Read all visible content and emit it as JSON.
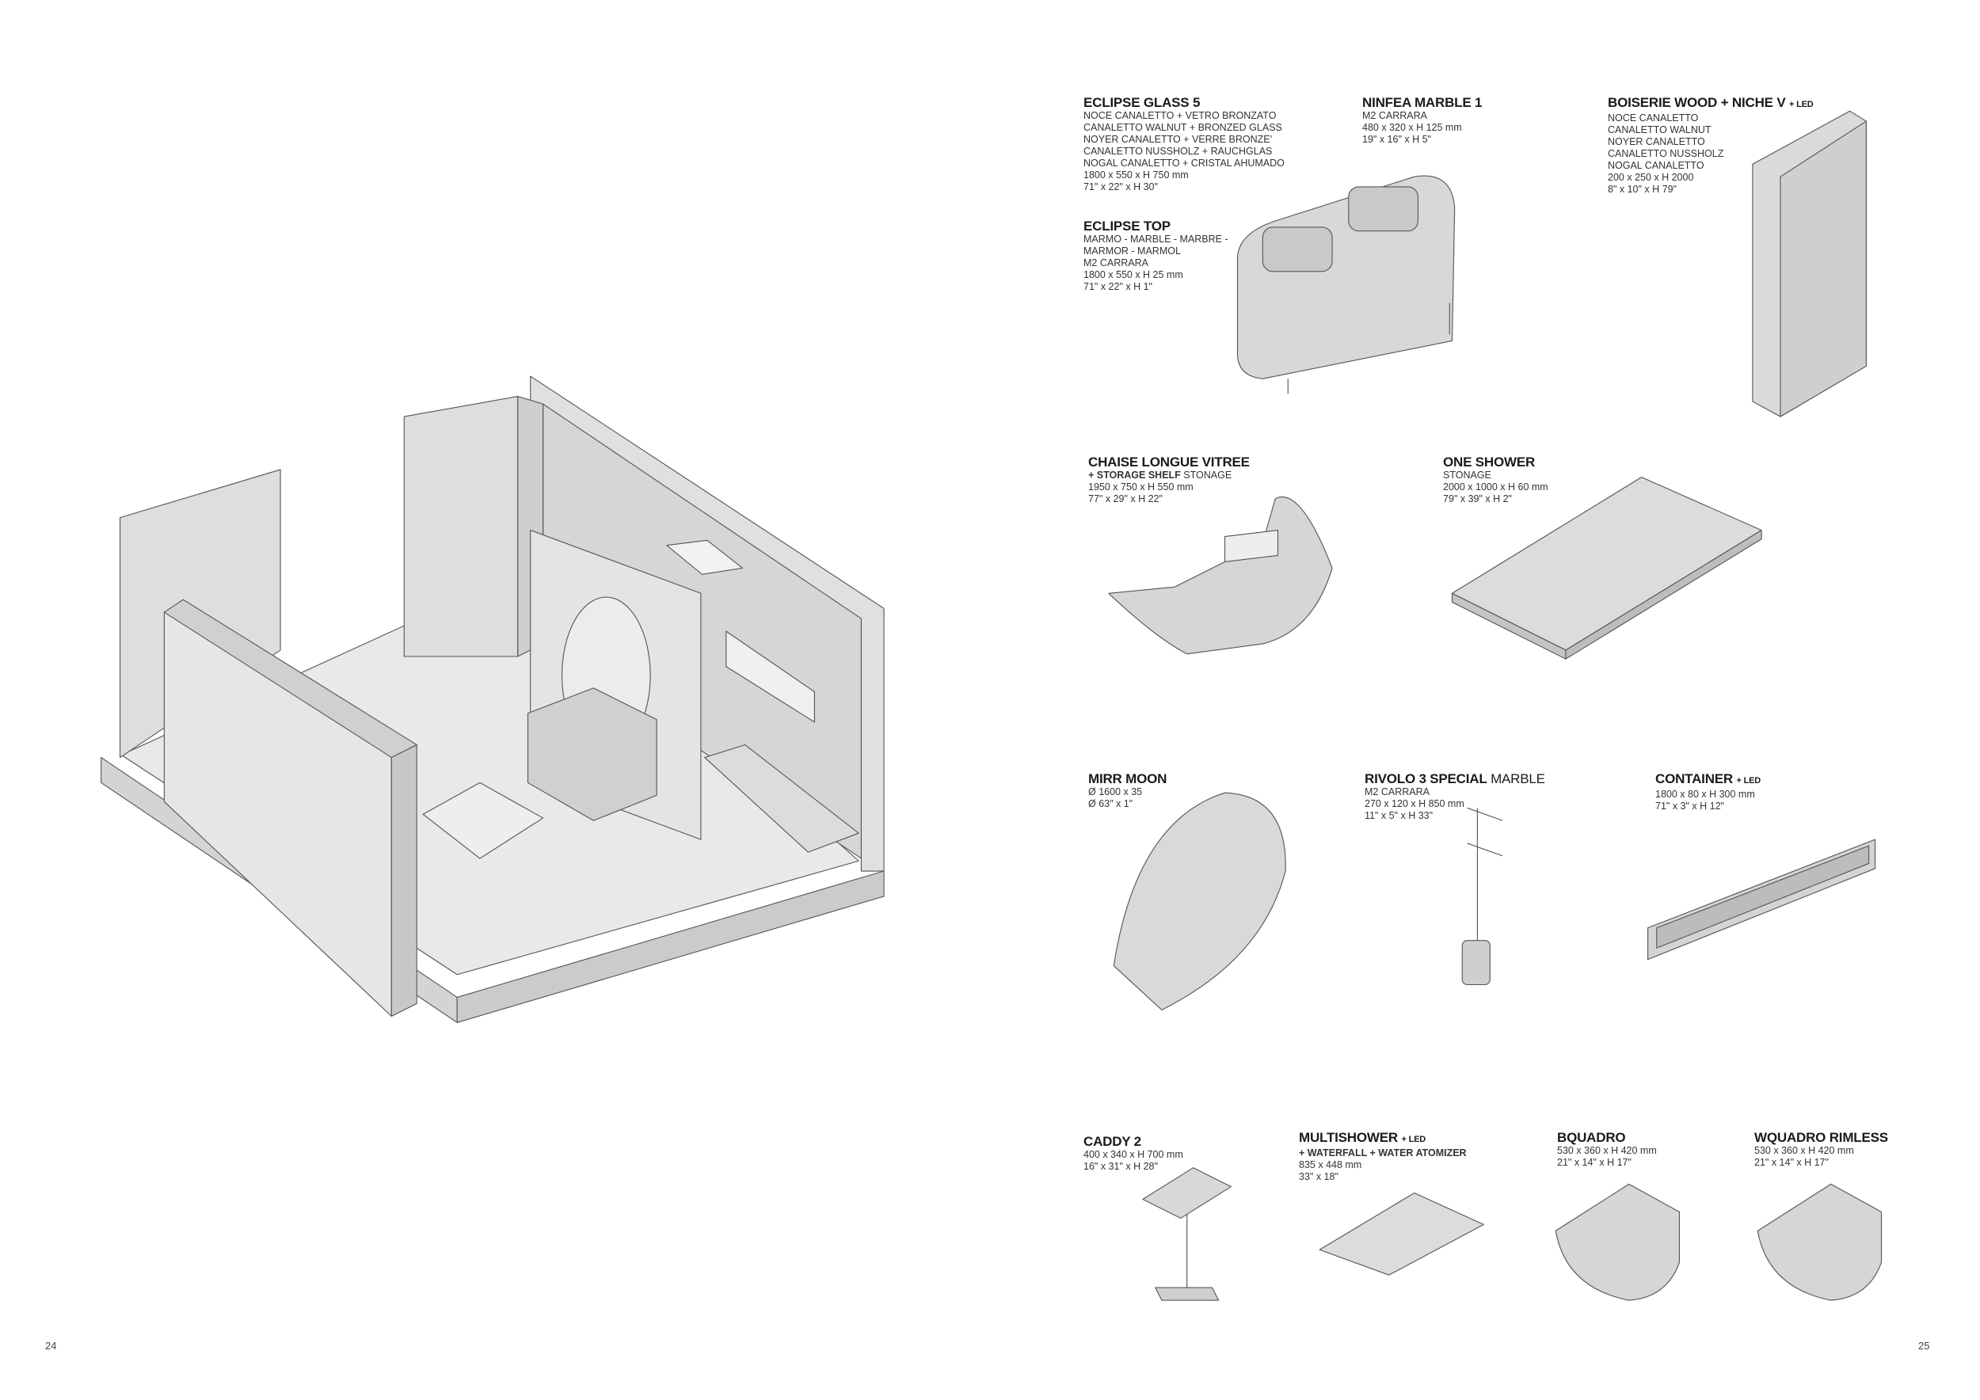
{
  "pages": {
    "left": "24",
    "right": "25"
  },
  "products": {
    "eclipse_glass": {
      "name": "ECLIPSE GLASS 5",
      "lines": [
        "NOCE CANALETTO + VETRO BRONZATO",
        "CANALETTO WALNUT + BRONZED GLASS",
        "NOYER CANALETTO + VERRE BRONZE'",
        "CANALETTO NUSSHOLZ + RAUCHGLAS",
        "NOGAL CANALETTO + CRISTAL AHUMADO",
        "1800 x 550 x H 750 mm",
        "71\" x 22\" x H 30\""
      ]
    },
    "eclipse_top": {
      "name": "ECLIPSE TOP",
      "lines": [
        "MARMO - MARBLE - MARBRE -",
        "MARMOR - MARMOL",
        "M2 CARRARA",
        "1800 x 550 x H 25 mm",
        "71\" x 22\" x H 1\""
      ]
    },
    "ninfea": {
      "name": "NINFEA MARBLE 1",
      "lines": [
        "M2 CARRARA",
        "480 x 320 x H 125 mm",
        "19\" x 16\" x H 5\""
      ]
    },
    "boiserie": {
      "name": "BOISERIE WOOD + NICHE V",
      "suffix": "+ LED",
      "lines": [
        "NOCE CANALETTO",
        "CANALETTO WALNUT",
        "NOYER CANALETTO",
        "CANALETTO NUSSHOLZ",
        "NOGAL CANALETTO",
        "200 x 250 x H 2000",
        "8\" x 10\" x H 79\""
      ]
    },
    "chaise": {
      "name": "CHAISE LONGUE VITREE",
      "sub_bold": "+ STORAGE SHELF",
      "sub_light": " STONAGE",
      "lines": [
        "1950 x 750 x H 550 mm",
        "77\" x 29\" x H 22\""
      ]
    },
    "one_shower": {
      "name": "ONE SHOWER",
      "lines": [
        "STONAGE",
        "2000 x 1000 x H 60 mm",
        "79\" x 39\" x H 2\""
      ]
    },
    "mirr_moon": {
      "name": "MIRR MOON",
      "lines": [
        "Ø 1600 x 35",
        "Ø 63\" x 1\""
      ]
    },
    "rivolo": {
      "name": "RIVOLO 3 SPECIAL",
      "name_light": " MARBLE",
      "lines": [
        "M2 CARRARA",
        "270 x 120 x H 850 mm",
        "11\" x 5\" x H 33\""
      ]
    },
    "container": {
      "name": "CONTAINER",
      "suffix": "+ LED",
      "lines": [
        "1800 x 80 x H 300 mm",
        "71\" x 3\" x H 12\""
      ]
    },
    "caddy": {
      "name": "CADDY 2",
      "lines": [
        "400 x 340 x H 700 mm",
        "16\" x 31\" x H 28\""
      ]
    },
    "multishower": {
      "name": "MULTISHOWER",
      "suffix": "+ LED",
      "sub_bold": "+ WATERFALL + WATER ATOMIZER",
      "lines": [
        "835 x 448 mm",
        "33\" x 18\""
      ]
    },
    "bquadro": {
      "name": "BQUADRO",
      "lines": [
        "530 x 360 x H 420 mm",
        "21\" x 14\" x H 17\""
      ]
    },
    "wquadro": {
      "name": "WQUADRO RIMLESS",
      "lines": [
        "530 x 360 x H 420 mm",
        "21\" x 14\" x H 17\""
      ]
    }
  }
}
